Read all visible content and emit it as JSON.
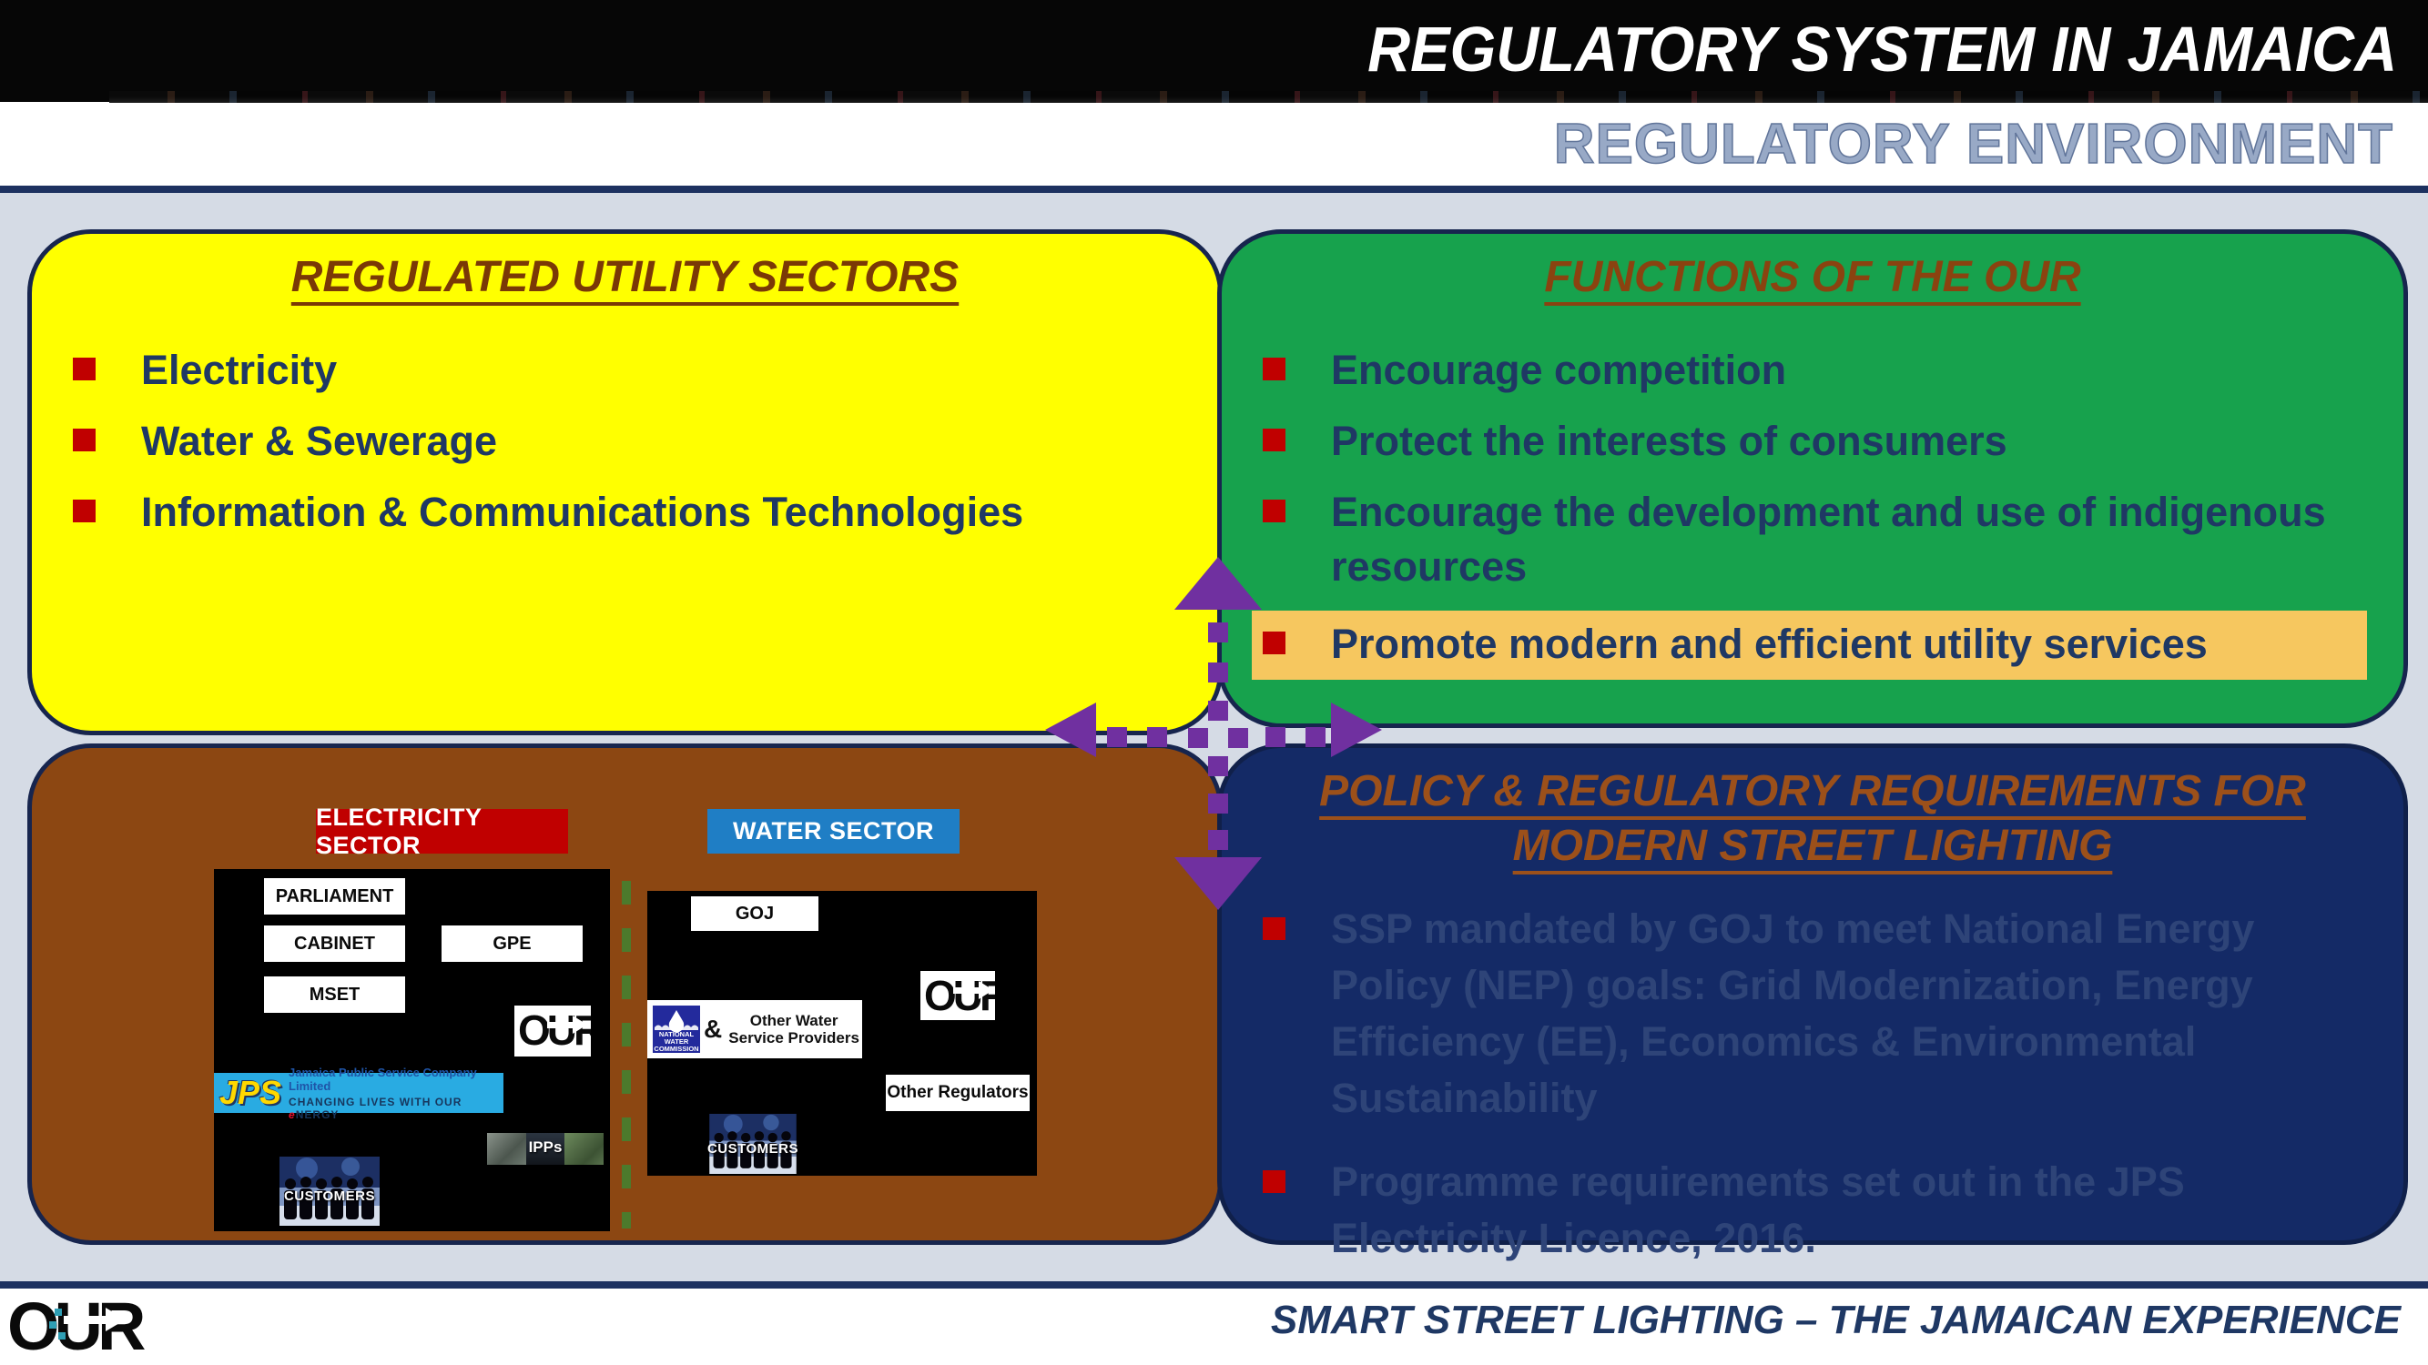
{
  "header": {
    "title": "REGULATORY SYSTEM IN JAMAICA",
    "subtitle": "REGULATORY ENVIRONMENT"
  },
  "sectors_box": {
    "title": "REGULATED UTILITY SECTORS",
    "items": [
      "Electricity",
      "Water & Sewerage",
      "Information & Communications Technologies"
    ]
  },
  "functions_box": {
    "title": "FUNCTIONS OF THE OUR",
    "items": [
      {
        "text": "Encourage competition",
        "highlighted": false
      },
      {
        "text": "Protect the interests of consumers",
        "highlighted": false
      },
      {
        "text": "Encourage the development and use of indigenous resources",
        "highlighted": false
      },
      {
        "text": "Promote modern and efficient utility services",
        "highlighted": true
      }
    ]
  },
  "policy_box": {
    "title_line1": "POLICY & REGULATORY REQUIREMENTS FOR",
    "title_line2": "MODERN STREET LIGHTING",
    "items": [
      "SSP mandated by GOJ to meet National Energy Policy (NEP) goals: Grid Modernization, Energy Efficiency (EE), Economics & Environmental Sustainability",
      "Programme requirements set out in the JPS Electricity Licence, 2016."
    ]
  },
  "structure_box": {
    "electricity": {
      "header": "ELECTRICITY SECTOR",
      "parliament": "PARLIAMENT",
      "cabinet": "CABINET",
      "gpe": "GPE",
      "mset": "MSET",
      "our_logo": "OUR",
      "jps": {
        "name": "JPS",
        "tagline1": "Jamaica Public Service Company Limited",
        "tagline2_prefix": "CHANGING LIVES WITH OUR ",
        "tagline2_e": "e",
        "tagline2_suffix": "NERGY"
      },
      "ipps": "IPPs",
      "customers": "CUSTOMERS"
    },
    "water": {
      "header": "WATER SECTOR",
      "goj": "GOJ",
      "our_logo": "OUR",
      "nwc": {
        "line1": "NATIONAL",
        "line2": "WATER",
        "line3": "COMMISSION"
      },
      "ampersand": "&",
      "other_water": "Other Water Service Providers",
      "other_regulators": "Other Regulators",
      "customers": "CUSTOMERS"
    }
  },
  "footer": {
    "logo": "OUR",
    "text": "SMART STREET LIGHTING – THE JAMAICAN EXPERIENCE"
  },
  "colors": {
    "highlight": "#F6C75F",
    "yellow_box": "#FFFF00",
    "green_box": "#17A24D",
    "brown_box": "#8C4712",
    "navy_box": "#142A66",
    "bullet_red": "#C00000",
    "title_brown": "#843C0C",
    "electricity_header_bg": "#C00000",
    "water_header_bg": "#1F7EC5",
    "arrow_purple": "#7030A0",
    "body_text": "#1F3864",
    "background": "#D5DBE5"
  }
}
